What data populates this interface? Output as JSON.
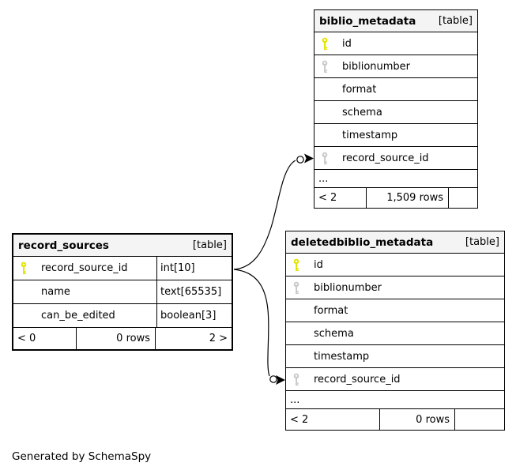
{
  "credit": "Generated by SchemaSpy",
  "colors": {
    "primary_key": "#e4e400",
    "foreign_key": "#c9c9c9",
    "header_bg": "#f4f4f4",
    "border": "#000000",
    "background": "#ffffff"
  },
  "icons": {
    "primary_key": "primary-key-icon",
    "foreign_key": "foreign-key-icon"
  },
  "tables": {
    "biblio_metadata": {
      "name": "biblio_metadata",
      "kind": "[table]",
      "columns": [
        {
          "name": "id",
          "key": "primary"
        },
        {
          "name": "biblionumber",
          "key": "foreign"
        },
        {
          "name": "format",
          "key": ""
        },
        {
          "name": "schema",
          "key": ""
        },
        {
          "name": "timestamp",
          "key": ""
        },
        {
          "name": "record_source_id",
          "key": "foreign"
        }
      ],
      "ellipsis": "...",
      "footer": {
        "degree_in": "< 2",
        "rows": "1,509 rows",
        "degree_out": ""
      }
    },
    "record_sources": {
      "name": "record_sources",
      "kind": "[table]",
      "columns": [
        {
          "name": "record_source_id",
          "type": "int[10]",
          "key": "primary"
        },
        {
          "name": "name",
          "type": "text[65535]",
          "key": ""
        },
        {
          "name": "can_be_edited",
          "type": "boolean[3]",
          "key": ""
        }
      ],
      "footer": {
        "degree_in": "< 0",
        "rows": "0 rows",
        "degree_out": "2 >"
      }
    },
    "deletedbiblio_metadata": {
      "name": "deletedbiblio_metadata",
      "kind": "[table]",
      "columns": [
        {
          "name": "id",
          "key": "primary"
        },
        {
          "name": "biblionumber",
          "key": "foreign"
        },
        {
          "name": "format",
          "key": ""
        },
        {
          "name": "schema",
          "key": ""
        },
        {
          "name": "timestamp",
          "key": ""
        },
        {
          "name": "record_source_id",
          "key": "foreign"
        }
      ],
      "ellipsis": "...",
      "footer": {
        "degree_in": "< 2",
        "rows": "0 rows",
        "degree_out": ""
      }
    }
  }
}
